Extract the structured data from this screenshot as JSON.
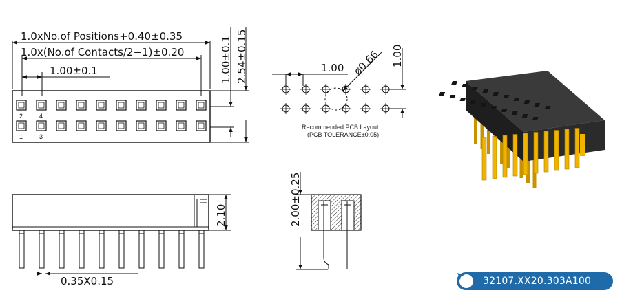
{
  "top_view": {
    "dim_total": "1.0xNo.of Positions+0.40±0.35",
    "dim_contacts": "1.0x(No.of Contacts/2−1)±0.20",
    "dim_pitch": "1.00±0.1",
    "dim_row": "1.00±0.1",
    "dim_height": "2.54±0.15",
    "pin_labels": [
      "2",
      "4",
      "1",
      "3"
    ]
  },
  "pcb_layout": {
    "dim_pitch": "1.00",
    "dim_hole": "ø0.66",
    "dim_row": "1.00",
    "caption_line1": "Recommended PCB Layout",
    "caption_line2": "(PCB TOLERANCE±0.05)"
  },
  "side_view": {
    "dim_body_height": "2.10",
    "dim_pin": "0.35X0.15"
  },
  "section_view": {
    "dim_height": "2.00±0.25"
  },
  "part_number": {
    "prefix": "32107.",
    "variable": "XX",
    "suffix": "20.303A100",
    "icon": "arrow-pointer-icon",
    "badge_color": "#1f6aa8"
  },
  "product_image": {
    "body_color": "#2b2b2b",
    "pin_color": "#f0b400"
  }
}
